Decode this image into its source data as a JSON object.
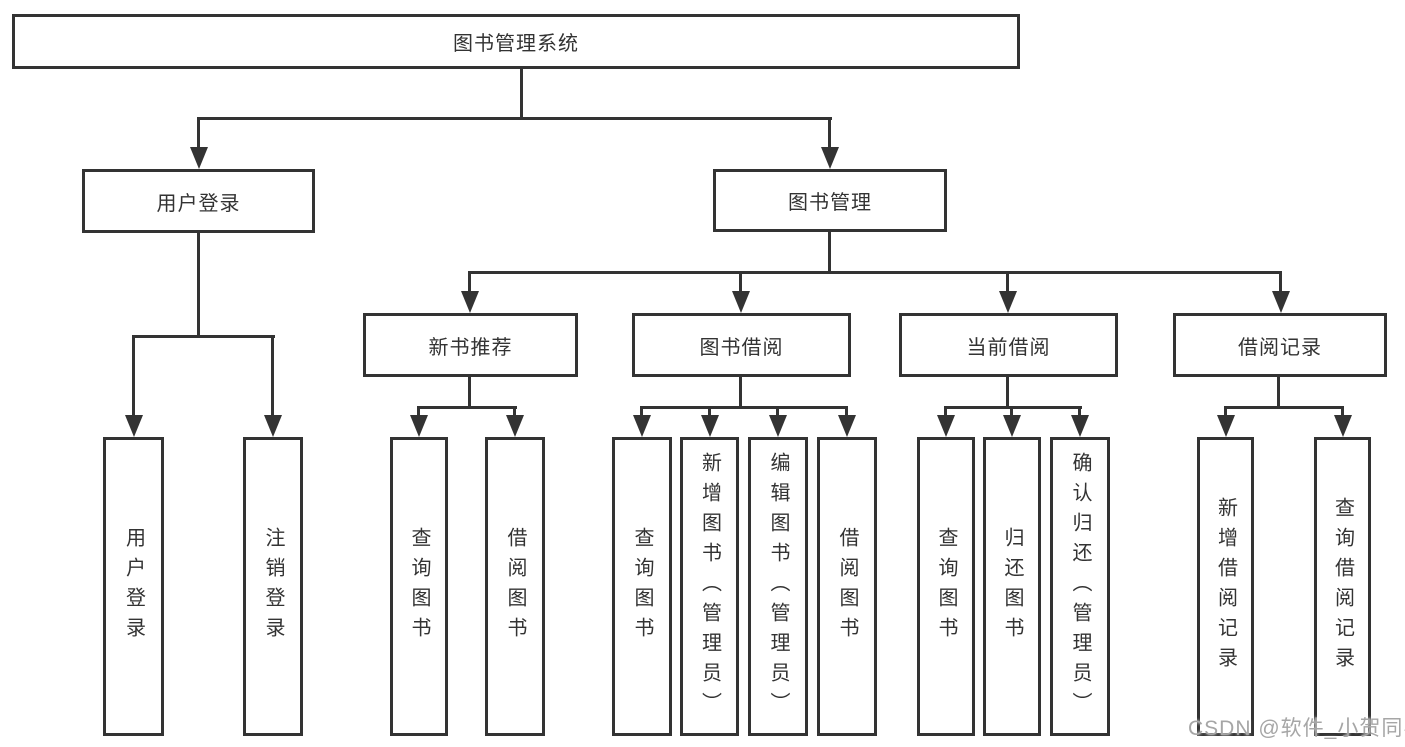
{
  "colors": {
    "line": "#333333",
    "text": "#333333",
    "watermark": "#a6a6a6",
    "background": "#ffffff"
  },
  "tree": {
    "root": {
      "label": "图书管理系统"
    },
    "login": {
      "label": "用户登录",
      "children": [
        {
          "label": "用户登录"
        },
        {
          "label": "注销登录"
        }
      ]
    },
    "mgmt": {
      "label": "图书管理",
      "sections": [
        {
          "label": "新书推荐",
          "children": [
            {
              "label": "查询图书"
            },
            {
              "label": "借阅图书"
            }
          ]
        },
        {
          "label": "图书借阅",
          "children": [
            {
              "label": "查询图书"
            },
            {
              "label": "新增图书（管理员）"
            },
            {
              "label": "编辑图书（管理员）"
            },
            {
              "label": "借阅图书"
            }
          ]
        },
        {
          "label": "当前借阅",
          "children": [
            {
              "label": "查询图书"
            },
            {
              "label": "归还图书"
            },
            {
              "label": "确认归还（管理员）"
            }
          ]
        },
        {
          "label": "借阅记录",
          "children": [
            {
              "label": "新增借阅记录"
            },
            {
              "label": "查询借阅记录"
            }
          ]
        }
      ]
    }
  },
  "watermark": {
    "text": "CSDN @软件_小贺同学"
  }
}
